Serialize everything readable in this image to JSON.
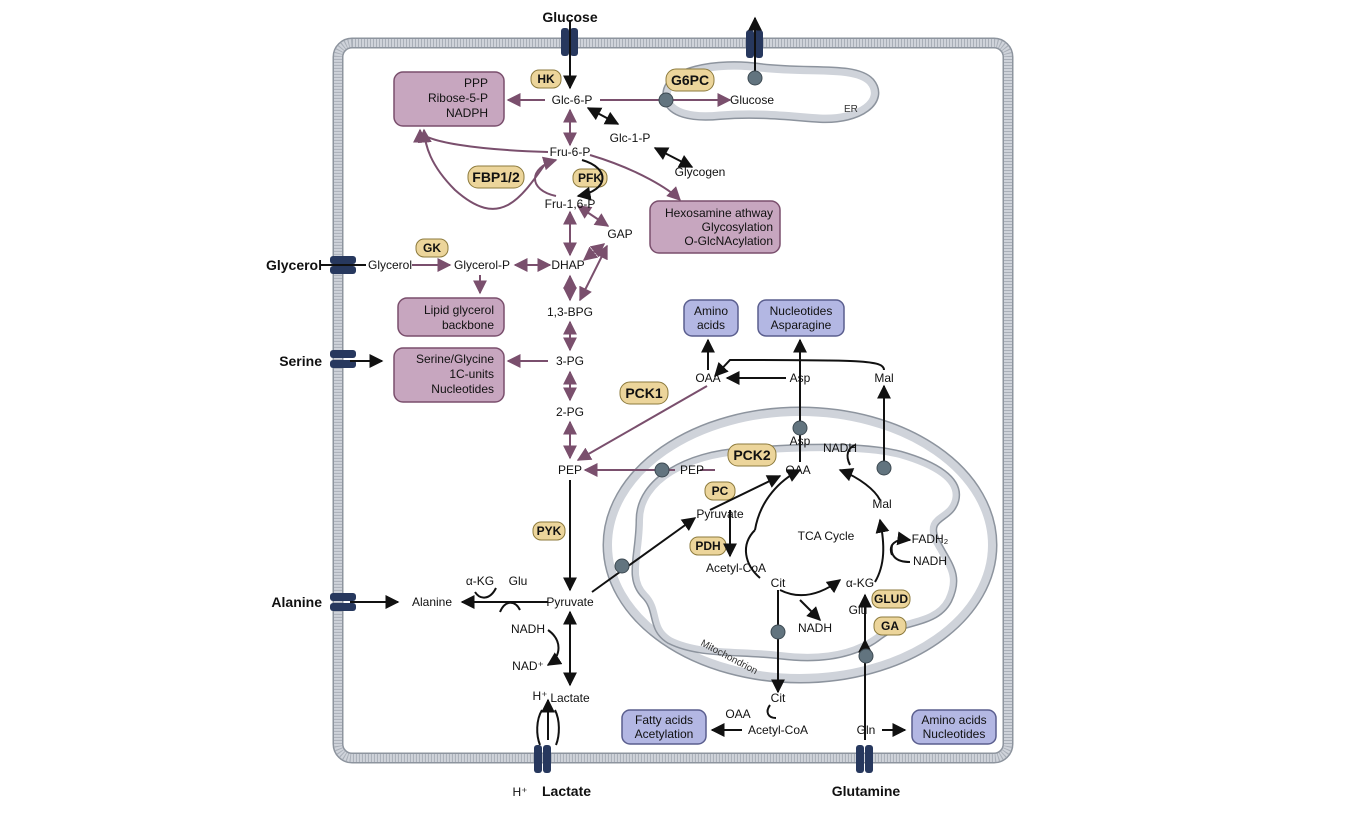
{
  "colors": {
    "membrane": "#c9ced6",
    "membrane_edge": "#8d949e",
    "transporter": "#27385e",
    "mauve": "#7a4f6d",
    "mauve_box": "#c7a6bf",
    "blue_box": "#b3b7e3",
    "enzyme_box": "#ecd59b",
    "port": "#62747f"
  },
  "external": {
    "glucose": "Glucose",
    "glycerol": "Glycerol",
    "serine": "Serine",
    "alanine": "Alanine",
    "lactate": "Lactate",
    "h_plus": "H⁺",
    "glutamine": "Glutamine"
  },
  "compartments": {
    "er": "ER",
    "mitochondrion": "Mitochondrion",
    "tca": "TCA Cycle"
  },
  "metabolites": {
    "glc6p": "Glc-6-P",
    "glc1p": "Glc-1-P",
    "glycogen": "Glycogen",
    "fru6p": "Fru-6-P",
    "fru16p": "Fru-1,6-P",
    "gap": "GAP",
    "dhap": "DHAP",
    "glycerol_p": "Glycerol-P",
    "glycerol": "Glycerol",
    "bpg": "1,3-BPG",
    "pg3": "3-PG",
    "pg2": "2-PG",
    "pep": "PEP",
    "pep_mito": "PEP",
    "pyruvate": "Pyruvate",
    "pyruvate_mito": "Pyruvate",
    "alanine": "Alanine",
    "glu": "Glu",
    "akg": "α-KG",
    "nadh": "NADH",
    "nad": "NAD⁺",
    "lactate": "Lactate",
    "h_plus": "H⁺",
    "oaa_cyto": "OAA",
    "asp_cyto": "Asp",
    "mal_cyto": "Mal",
    "oaa_mito": "OAA",
    "asp_mito": "Asp",
    "mal_mito": "Mal",
    "nadh_mal": "NADH",
    "fadh2": "FADH₂",
    "nadh_akg": "NADH",
    "akg_mito": "α-KG",
    "glu_mito": "Glu",
    "cit_mito": "Cit",
    "nadh_cit": "NADH",
    "acetyl_coa_mito": "Acetyl-CoA",
    "cit_cyto": "Cit",
    "oaa_bottom": "OAA",
    "acetyl_coa_cyto": "Acetyl-CoA",
    "gln": "Gln",
    "glucose_er": "Glucose"
  },
  "enzymes": {
    "hk": "HK",
    "g6pc": "G6PC",
    "pfk": "PFK",
    "fbp": "FBP1/2",
    "gk": "GK",
    "pck1": "PCK1",
    "pck2": "PCK2",
    "pc": "PC",
    "pdh": "PDH",
    "pyk": "PYK",
    "glud": "GLUD",
    "ga": "GA"
  },
  "boxes": {
    "ppp": [
      "PPP",
      "Ribose-5-P",
      "NADPH"
    ],
    "hexosamine": [
      "Hexosamine athway",
      "Glycosylation",
      "O-GlcNAcylation"
    ],
    "lipid": [
      "Lipid glycerol",
      "backbone"
    ],
    "serine": [
      "Serine/Glycine",
      "1C-units",
      "Nucleotides"
    ],
    "amino_acids": [
      "Amino",
      "acids"
    ],
    "nucleotides": [
      "Nucleotides",
      "Asparagine"
    ],
    "fatty": [
      "Fatty acids",
      "Acetylation"
    ],
    "aa_nuc": [
      "Amino acids",
      "Nucleotides"
    ]
  }
}
